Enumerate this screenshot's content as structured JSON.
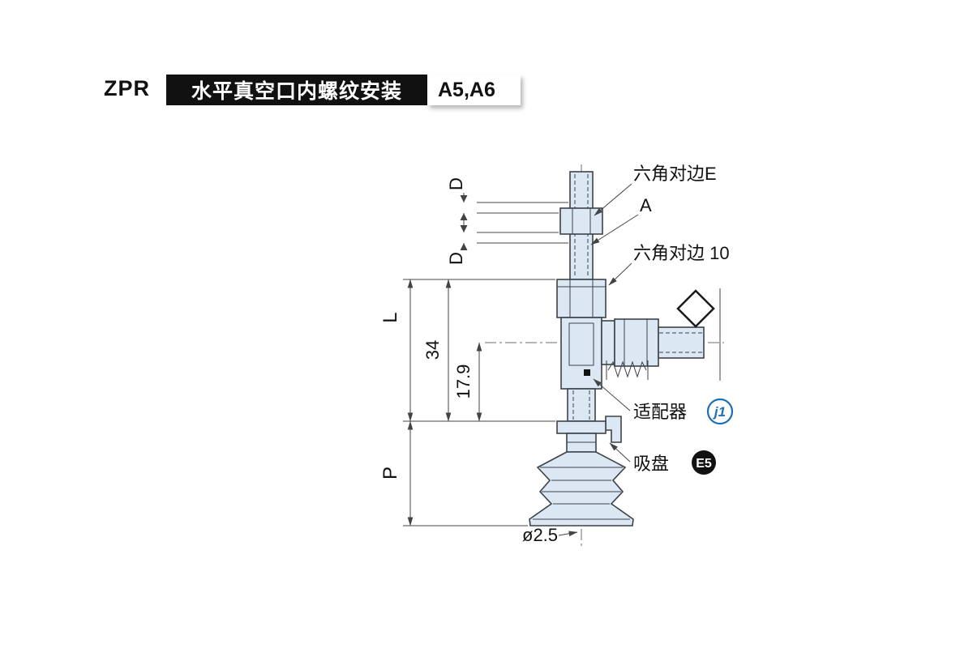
{
  "header": {
    "series": "ZPR",
    "title": "水平真空口内螺纹安装",
    "codes": "A5,A6"
  },
  "colors": {
    "part_fill": "#dbe8f4",
    "outline": "#3c4248",
    "dim_line": "#444444",
    "text": "#111111",
    "title_bg": "#111111",
    "title_fg": "#ffffff",
    "badge_blue": "#1f6fb5",
    "badge_black": "#111111"
  },
  "labels": {
    "hex_flats_e": "六角对边E",
    "a": "A",
    "hex_flats_10": "六角对边 10",
    "adapter": "适配器",
    "adapter_code": "j1",
    "pad": "吸盘",
    "pad_code": "E5",
    "hole_dia": "ø2.5"
  },
  "dimensions": {
    "d_top": "D",
    "d_bottom": "D",
    "l": "L",
    "len_34": "34",
    "len_17_9": "17.9",
    "p": "P"
  }
}
